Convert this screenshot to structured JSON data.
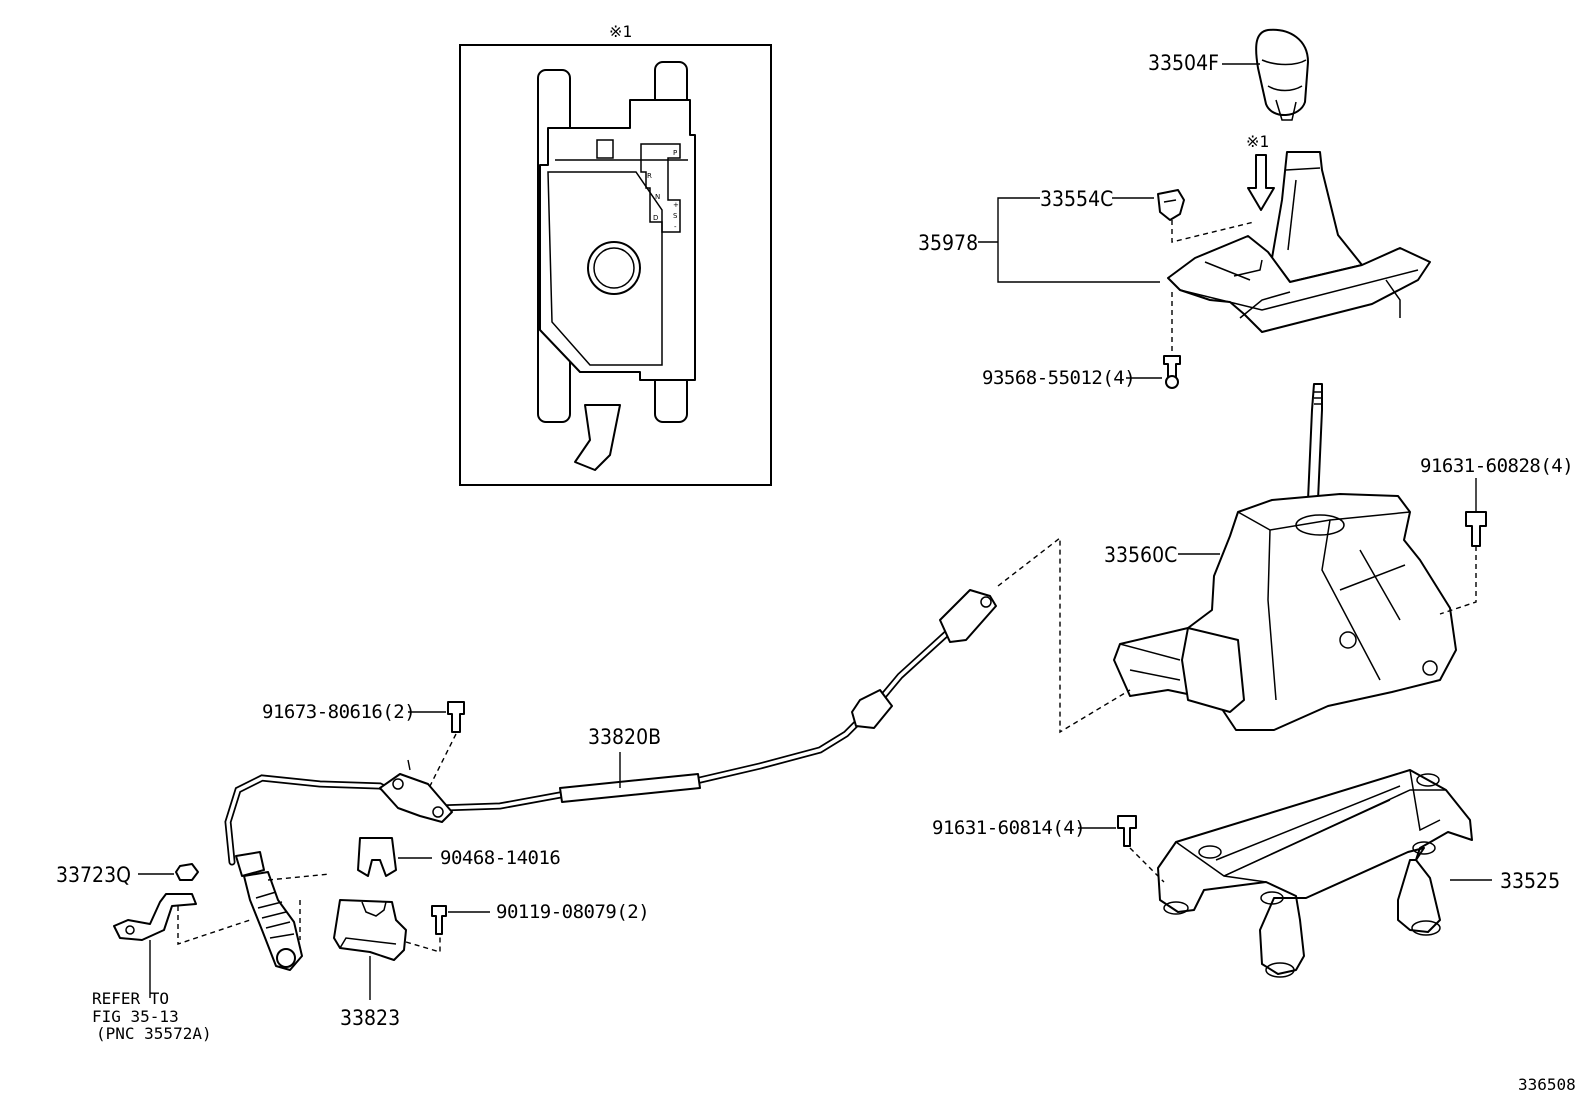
{
  "inset": {
    "marker": "※1",
    "gate_labels": [
      "P",
      "R",
      "N",
      "D",
      "+",
      "S",
      "-"
    ]
  },
  "callouts": {
    "marker_arrow": "※1",
    "p33504F": "33504F",
    "p33554C": "33554C",
    "p35978": "35978",
    "p93568": "93568-55012(4)",
    "p91631_60828": "91631-60828(4)",
    "p33560C": "33560C",
    "p91673": "91673-80616(2)",
    "p33820B": "33820B",
    "p33723Q": "33723Q",
    "p90468": "90468-14016",
    "p90119": "90119-08079(2)",
    "p91631_60814": "91631-60814(4)",
    "p33525": "33525",
    "p33823": "33823",
    "refer_line1": "REFER TO",
    "refer_line2": "FIG 35-13",
    "refer_line3": "(PNC 35572A)"
  },
  "figure_id": "336508"
}
